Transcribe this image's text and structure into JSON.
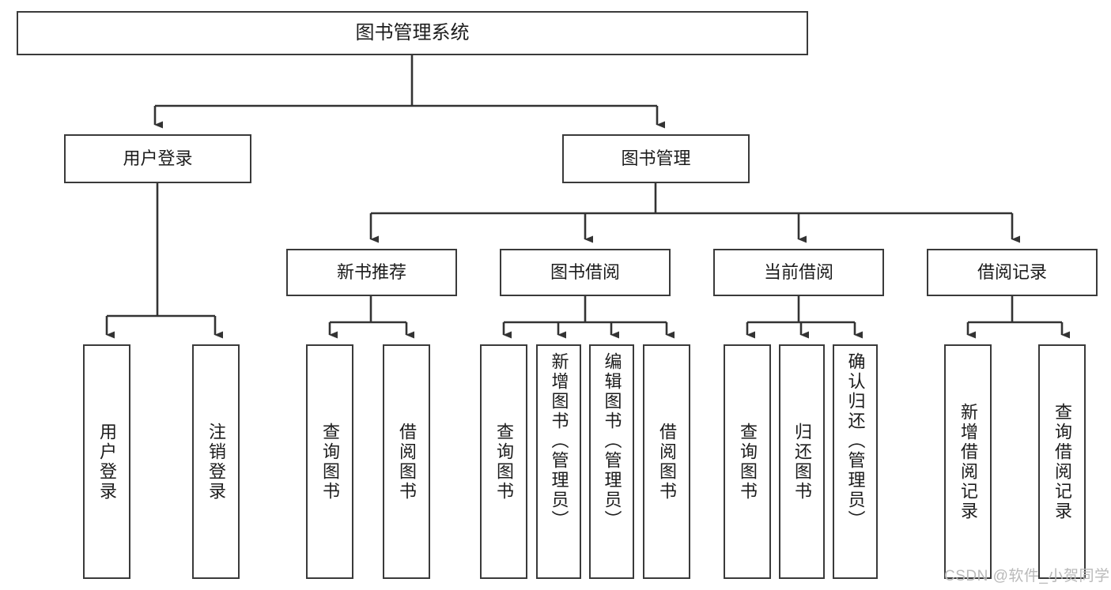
{
  "diagram": {
    "title": "图书管理系统",
    "type": "tree-hierarchy-diagram",
    "colors": {
      "border": "#3a3a3a",
      "background": "#ffffff",
      "text": "#1c1c1c",
      "connector": "#333333",
      "watermark": "#b9b9b9"
    }
  },
  "nodes": {
    "root": {
      "label": "图书管理系统"
    },
    "level2": [
      {
        "label": "用户登录"
      },
      {
        "label": "图书管理"
      }
    ],
    "level3": [
      {
        "label": "新书推荐"
      },
      {
        "label": "图书借阅"
      },
      {
        "label": "当前借阅"
      },
      {
        "label": "借阅记录"
      }
    ],
    "leaves": {
      "user_login": [
        {
          "label": "用户登录"
        },
        {
          "label": "注销登录"
        }
      ],
      "new_book_recommend": [
        {
          "label": "查询图书"
        },
        {
          "label": "借阅图书"
        }
      ],
      "book_borrow": [
        {
          "label": "查询图书"
        },
        {
          "label": "新增图书（管理员）"
        },
        {
          "label": "编辑图书（管理员）"
        },
        {
          "label": "借阅图书"
        }
      ],
      "current_borrow": [
        {
          "label": "查询图书"
        },
        {
          "label": "归还图书"
        },
        {
          "label": "确认归还（管理员）"
        }
      ],
      "borrow_record": [
        {
          "label": "新增借阅记录"
        },
        {
          "label": "查询借阅记录"
        }
      ]
    }
  },
  "watermark": {
    "text": "CSDN @软件_小贺同学"
  }
}
